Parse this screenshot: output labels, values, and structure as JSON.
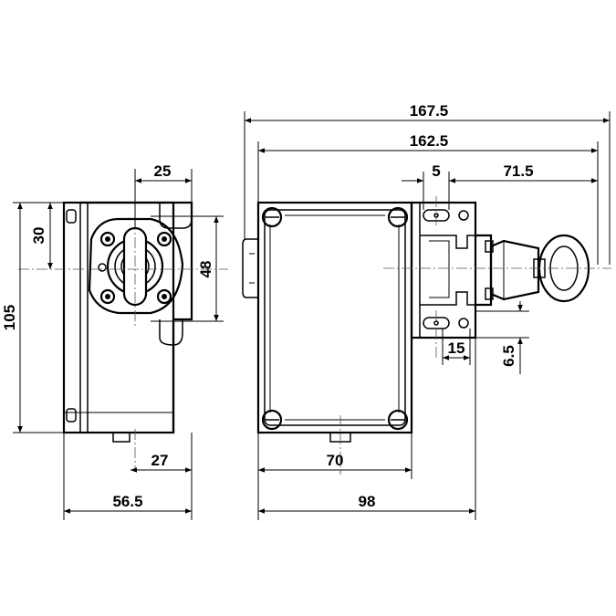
{
  "dimensions": {
    "overall_length": "167.5",
    "housing_to_ring": "162.5",
    "offset_5": "5",
    "ring_length": "71.5",
    "height_105": "105",
    "offset_30": "30",
    "width_25": "25",
    "height_48": "48",
    "depth_27": "27",
    "depth_56_5": "56.5",
    "spacing_70": "70",
    "body_98": "98",
    "gap_15": "15",
    "offset_6_5": "6.5"
  }
}
